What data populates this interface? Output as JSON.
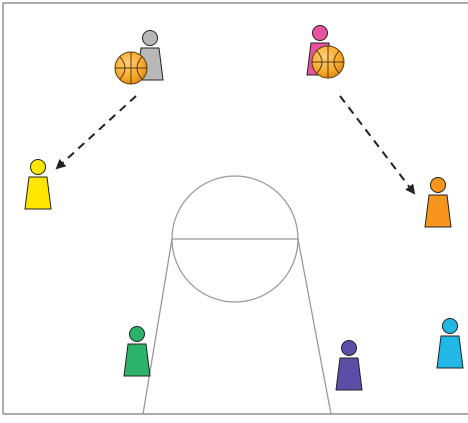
{
  "colors": {
    "background": "#ffffff",
    "court_line": "#9a9a9a",
    "border": "#7a7a7a",
    "pass_arrow": "#222222",
    "ball": "#f5a623",
    "ball_seam": "#5a3a10"
  },
  "players": [
    {
      "name": "player-gray",
      "color": "#b8b8b8",
      "has_ball": true
    },
    {
      "name": "player-pink",
      "color": "#e8539f",
      "has_ball": true
    },
    {
      "name": "player-yellow",
      "color": "#ffe600",
      "has_ball": false
    },
    {
      "name": "player-orange",
      "color": "#f7941d",
      "has_ball": false
    },
    {
      "name": "player-green",
      "color": "#2bb36b",
      "has_ball": false
    },
    {
      "name": "player-purple",
      "color": "#5b4ea8",
      "has_ball": false
    },
    {
      "name": "player-cyan",
      "color": "#22b8e6",
      "has_ball": false
    }
  ],
  "passes": [
    {
      "from": "player-gray",
      "to": "player-yellow",
      "style": "dashed"
    },
    {
      "from": "player-pink",
      "to": "player-orange",
      "style": "dashed"
    }
  ]
}
